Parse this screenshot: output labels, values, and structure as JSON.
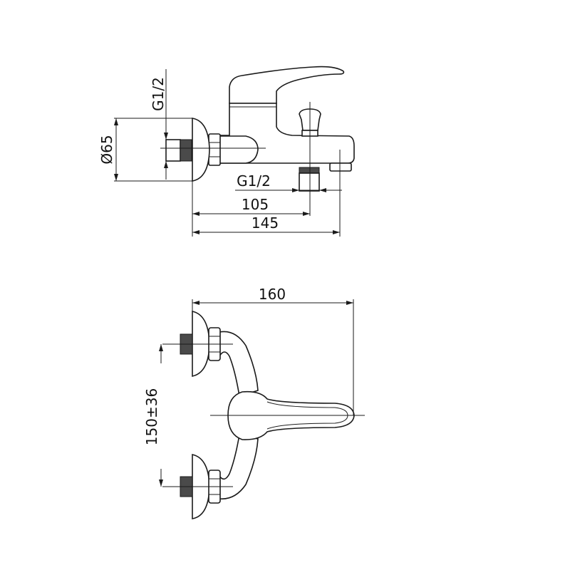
{
  "drawing": {
    "side_view": {
      "dim_inlet_thread": "G1/2",
      "dim_flange_diameter": "Ø65",
      "dim_outlet_thread": "G1/2",
      "dim_diverter_distance": "105",
      "dim_total_depth": "145"
    },
    "top_view": {
      "dim_lever_reach": "160",
      "dim_inlet_spacing": "150±36"
    }
  }
}
